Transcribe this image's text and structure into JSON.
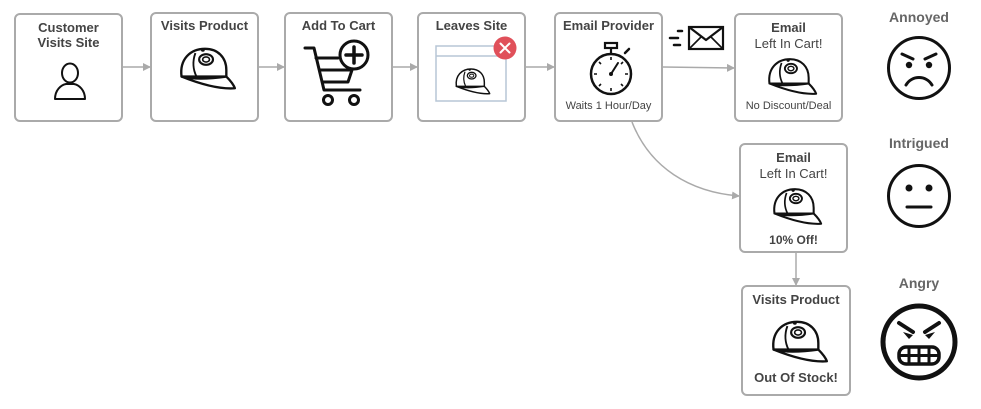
{
  "steps": {
    "visits_site": {
      "line1": "Customer",
      "line2": "Visits Site"
    },
    "visits_product": {
      "title": "Visits Product"
    },
    "add_to_cart": {
      "title": "Add To Cart"
    },
    "leaves_site": {
      "title": "Leaves Site"
    },
    "email_provider": {
      "title": "Email Provider",
      "note": "Waits 1 Hour/Day"
    },
    "email_no_deal": {
      "title": "Email",
      "subtitle": "Left In Cart!",
      "note": "No Discount/Deal"
    },
    "email_discount": {
      "title": "Email",
      "subtitle": "Left In Cart!",
      "note": "10% Off!"
    },
    "visits_product_oos": {
      "title": "Visits Product",
      "note": "Out Of Stock!"
    }
  },
  "moods": {
    "annoyed": "Annoyed",
    "intrigued": "Intrigued",
    "angry": "Angry"
  },
  "icons": {
    "person": "person-icon",
    "cap": "cap-icon",
    "cart": "cart-add-icon",
    "close": "close-icon",
    "stopwatch": "stopwatch-icon",
    "envelope": "envelope-icon",
    "annoyed_face": "annoyed-face-icon",
    "neutral_face": "neutral-face-icon",
    "angry_face": "angry-face-icon"
  },
  "colors": {
    "box_border": "#aaaaaa",
    "connector": "#aaaaaa",
    "close_badge": "#e0505a",
    "icon": "#111111"
  }
}
